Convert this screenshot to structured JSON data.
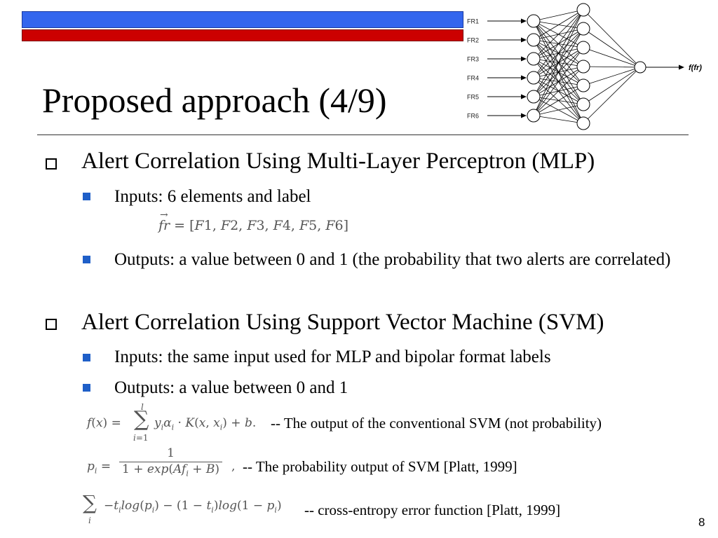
{
  "slide": {
    "title": "Proposed approach (4/9)",
    "page_number": "8"
  },
  "network": {
    "input_labels": [
      "FR1",
      "FR2",
      "FR3",
      "FR4",
      "FR5",
      "FR6"
    ],
    "output_label": "f(fr)",
    "input_layer_count": 6,
    "hidden_layer_count": 7
  },
  "bullets": {
    "mlp": {
      "heading": "Alert Correlation Using Multi-Layer Perceptron (MLP)",
      "inputs": "Inputs: 6 elements and label",
      "formula": "fr = [F1, F2, F3, F4, F5, F6]",
      "outputs": "Outputs: a value between 0 and 1 (the probability that two alerts are correlated)"
    },
    "svm": {
      "heading": "Alert Correlation Using Support Vector Machine (SVM)",
      "inputs": "Inputs: the same input used for MLP and bipolar format labels",
      "outputs": "Outputs: a value between 0 and 1"
    }
  },
  "equations": [
    {
      "formula": "f(x) = Σ_{i=1}^{l} y_i α_i · K(x, x_i) + b.",
      "description": "-- The output of the conventional SVM (not probability)"
    },
    {
      "formula": "p_i = 1 / (1 + exp(Af_i + B)),",
      "description": "-- The probability output of SVM [Platt, 1999]"
    },
    {
      "formula": "Σ_i −t_i log(p_i) − (1 − t_i) log(1 − p_i)",
      "description": "-- cross-entropy error function [Platt, 1999]"
    }
  ],
  "colors": {
    "top_bar": "#3366ee",
    "second_bar": "#cc0000",
    "bullet_square": "#1f5fc8"
  }
}
